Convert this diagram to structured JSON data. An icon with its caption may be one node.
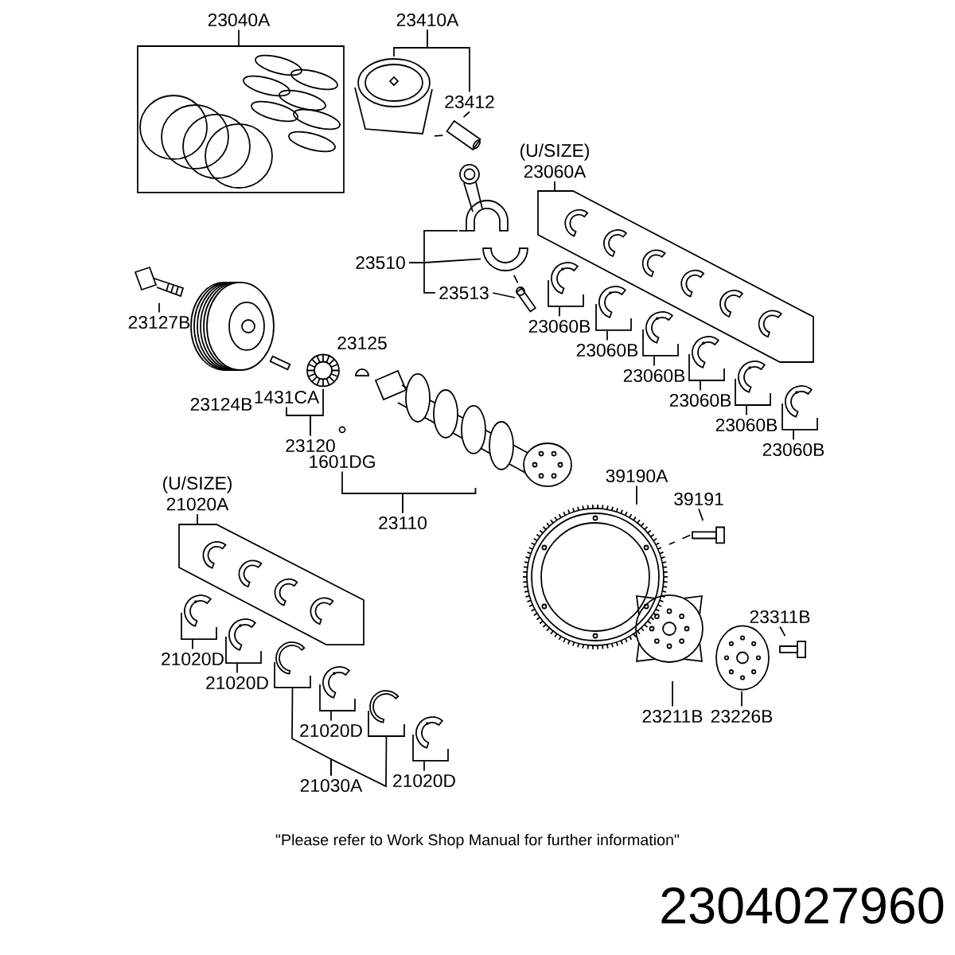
{
  "diagram": {
    "caption": "\"Please refer to Work Shop Manual for further information\"",
    "nodes": [
      {
        "text": [
          "23040A"
        ]
      },
      {
        "text": [
          "23410A"
        ]
      },
      {
        "text": [
          "23412"
        ]
      },
      {
        "text": [
          "(U/SIZE) 23060A"
        ]
      },
      {
        "text": [
          "23510"
        ]
      },
      {
        "text": [
          "23513"
        ]
      },
      {
        "text": [
          "23127B"
        ]
      },
      {
        "text": [
          "23060B"
        ]
      },
      {
        "text": [
          "23060B"
        ]
      },
      {
        "text": [
          "23060B"
        ]
      },
      {
        "text": [
          "23060B"
        ]
      },
      {
        "text": [
          "23060B"
        ]
      },
      {
        "text": [
          "23060B"
        ]
      },
      {
        "text": [
          "1601DG"
        ]
      },
      {
        "text": [
          "23110"
        ]
      },
      {
        "text": [
          "(U/SIZE) 21020A"
        ]
      },
      {
        "text": [
          "39190A"
        ]
      },
      {
        "text": [
          "39191"
        ]
      },
      {
        "text": [
          "23311B"
        ]
      },
      {
        "text": [
          "21020D"
        ]
      },
      {
        "text": [
          "21020D"
        ]
      },
      {
        "text": [
          "21020D"
        ]
      },
      {
        "text": [
          "21030A"
        ]
      },
      {
        "text": [
          "21020D"
        ]
      },
      {
        "text": [
          "23211B"
        ]
      },
      {
        "text": [
          "23226B"
        ]
      },
      {
        "text": [
          "23120"
        ]
      },
      {
        "text": [
          "1431CA"
        ]
      },
      {
        "text": [],
        "shape": "box"
      },
      {
        "text": [],
        "shape": "picture"
      },
      {
        "text": [],
        "shape": "picture"
      },
      {
        "text": [],
        "shape": "picture"
      },
      {
        "text": [],
        "shape": "picture"
      },
      {
        "text": [],
        "shape": "picture"
      },
      {
        "text": [],
        "shape": "band"
      },
      {
        "text": [],
        "shape": "picture"
      },
      {
        "text": [],
        "shape": "picture"
      },
      {
        "text": [],
        "shape": "picture"
      },
      {
        "text": [],
        "shape": "picture"
      },
      {
        "text": [],
        "shape": "picture"
      },
      {
        "text": [],
        "shape": "picture"
      },
      {
        "text": [],
        "shape": "picture"
      },
      {
        "text": [],
        "shape": "picture"
      },
      {
        "text": [],
        "shape": "picture"
      },
      {
        "text": [],
        "shape": "band"
      },
      {
        "text": [],
        "shape": "picture"
      },
      {
        "text": [],
        "shape": "picture"
      },
      {
        "text": [],
        "shape": "picture"
      },
      {
        "text": [],
        "shape": "picture"
      },
      {
        "text": [],
        "shape": "picture"
      },
      {
        "text": [],
        "shape": "picture"
      },
      {
        "text": [],
        "shape": "picture"
      },
      {
        "text": [],
        "shape": "picture"
      },
      {
        "text": [],
        "shape": "picture"
      },
      {
        "text": [],
        "shape": "picture"
      },
      {
        "text": [],
        "shape": "picture"
      }
    ],
    "edges": [
      {
        "from": 0,
        "to": 28,
        "arrow": "none"
      },
      {
        "from": 1,
        "to": 29,
        "arrow": "none"
      },
      {
        "from": 1,
        "to": 2,
        "arrow": "none"
      },
      {
        "from": 2,
        "to": 30,
        "arrow": "none"
      },
      {
        "from": 3,
        "to": 34,
        "arrow": "none"
      },
      {
        "from": 4,
        "to": 31,
        "arrow": "none"
      },
      {
        "from": 4,
        "to": 32,
        "arrow": "none"
      },
      {
        "from": 4,
        "to": 5,
        "arrow": "none"
      },
      {
        "from": 5,
        "to": 33,
        "arrow": "none"
      },
      {
        "from": 6,
        "to": 41,
        "arrow": "none"
      },
      {
        "from": 7,
        "to": 35,
        "arrow": "none"
      },
      {
        "from": 8,
        "to": 36,
        "arrow": "none"
      },
      {
        "from": 9,
        "to": 37,
        "arrow": "none"
      },
      {
        "from": 10,
        "to": 38,
        "arrow": "none"
      },
      {
        "from": 11,
        "to": 39,
        "arrow": "none"
      },
      {
        "from": 12,
        "to": 40,
        "arrow": "none"
      },
      {
        "from": 14,
        "to": 13,
        "arrow": "none"
      },
      {
        "from": 14,
        "to": 42,
        "arrow": "none"
      },
      {
        "from": 15,
        "to": 44,
        "arrow": "none"
      },
      {
        "from": 16,
        "to": 45,
        "arrow": "none"
      },
      {
        "from": 17,
        "to": 46,
        "arrow": "none"
      },
      {
        "from": 18,
        "to": 47,
        "arrow": "none"
      },
      {
        "from": 19,
        "to": 48,
        "arrow": "none"
      },
      {
        "from": 20,
        "to": 49,
        "arrow": "none"
      },
      {
        "from": 21,
        "to": 51,
        "arrow": "none"
      },
      {
        "from": 22,
        "to": 50,
        "arrow": "none"
      },
      {
        "from": 22,
        "to": 52,
        "arrow": "none"
      },
      {
        "from": 23,
        "to": 53,
        "arrow": "none"
      },
      {
        "from": 24,
        "to": 54,
        "arrow": "none"
      },
      {
        "from": 25,
        "to": 55,
        "arrow": "none"
      },
      {
        "from": 26,
        "to": 27,
        "arrow": "none"
      },
      {
        "from": 26,
        "to": 43,
        "arrow": "none"
      },
      {
        "from": 29,
        "to": 30,
        "arrow": "none",
        "style": "dashed"
      },
      {
        "from": 32,
        "to": 33,
        "arrow": "none",
        "style": "dashed"
      },
      {
        "from": 46,
        "to": 45,
        "arrow": "none",
        "style": "dashed"
      }
    ],
    "labels": [
      "23125",
      "23124B",
      "2304027960"
    ]
  }
}
